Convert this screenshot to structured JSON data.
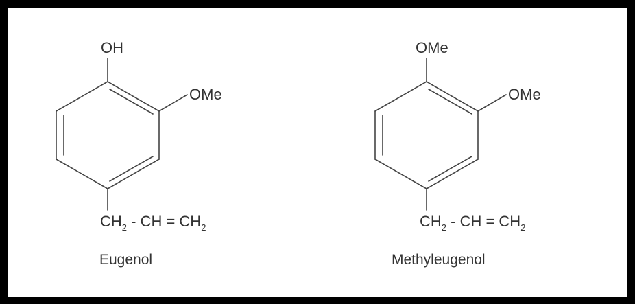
{
  "molecules": [
    {
      "name": "Eugenol",
      "top_group": "OH",
      "side_group": "OMe",
      "chain": {
        "ch2_a": "CH",
        "sub_a": "2",
        "mid": " - CH = ",
        "ch2_b": "CH",
        "sub_b": "2"
      }
    },
    {
      "name": "Methyleugenol",
      "top_group": "OMe",
      "side_group": "OMe",
      "chain": {
        "ch2_a": "CH",
        "sub_a": "2",
        "mid": " - CH = ",
        "ch2_b": "CH",
        "sub_b": "2"
      }
    }
  ],
  "colors": {
    "frame": "#000000",
    "panel": "#ffffff",
    "line": "#444444",
    "text": "#333333"
  }
}
